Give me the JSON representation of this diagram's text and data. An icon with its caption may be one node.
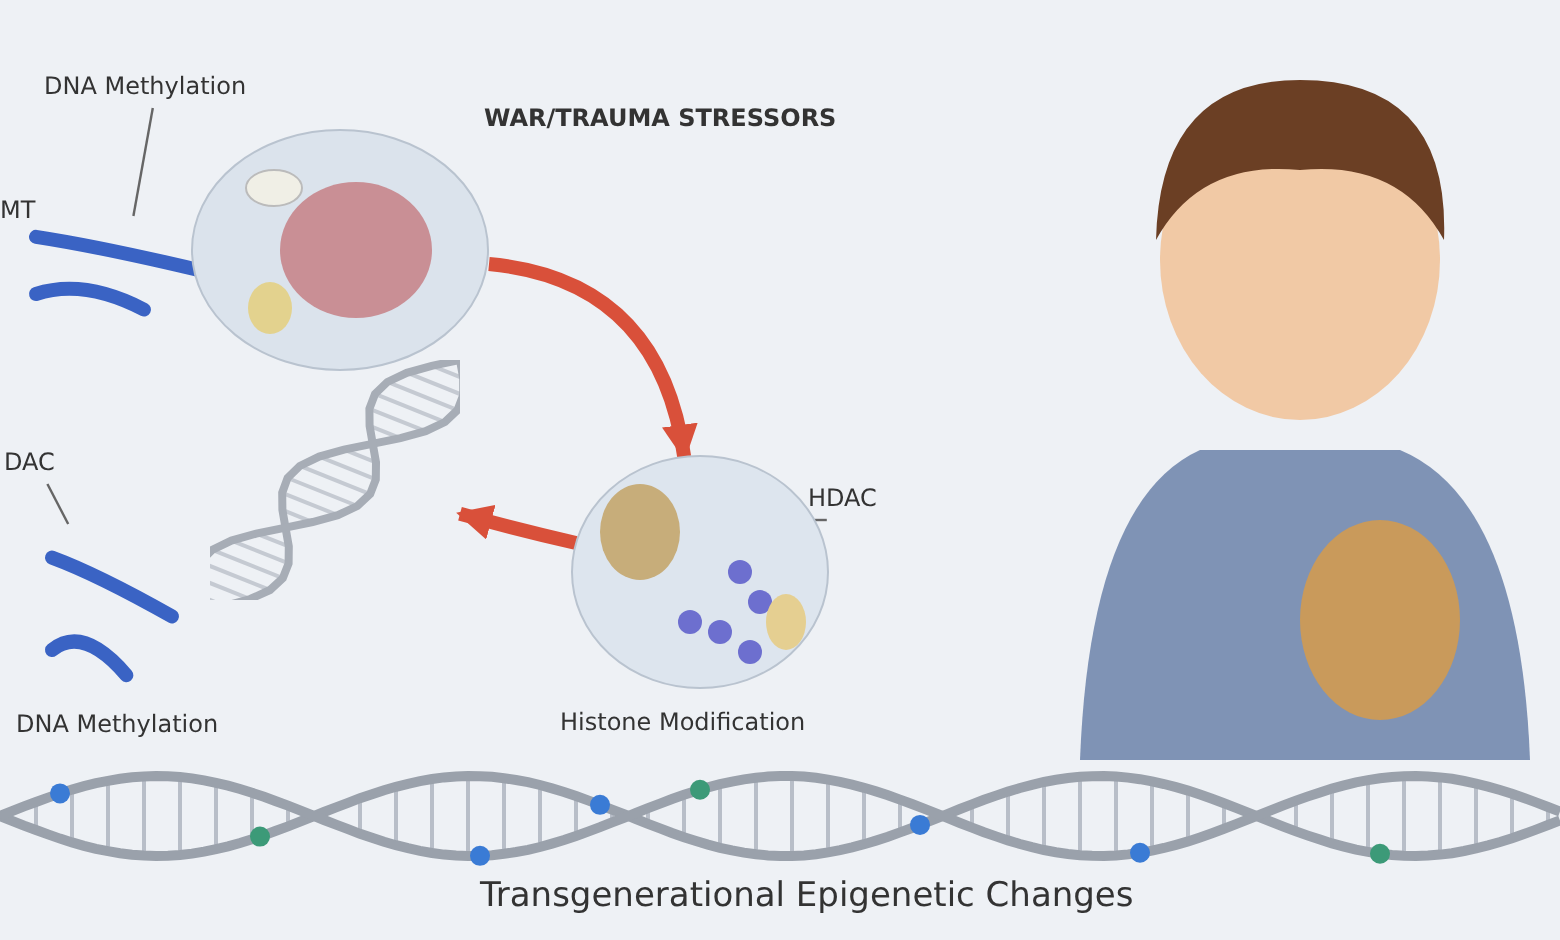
{
  "diagram": {
    "nodes": [
      {
        "text": [
          "DNA Methylation"
        ]
      },
      {
        "text": [],
        "shape": "picture"
      },
      {
        "text": [],
        "shape": "circle"
      },
      {
        "text": [],
        "shape": "picture"
      },
      {
        "text": [
          "DAC"
        ]
      },
      {
        "text": [],
        "shape": "picture"
      },
      {
        "text": [
          "Histone Modification"
        ]
      },
      {
        "text": [
          "HDAC"
        ]
      }
    ],
    "edges": [
      {
        "from": 0,
        "to": 1,
        "arrow": "none"
      },
      {
        "from": 2,
        "to": 6,
        "arrow": "to",
        "style": "thick",
        "color": "#d9503a"
      },
      {
        "from": 6,
        "to": 3,
        "arrow": "to",
        "style": "thick",
        "color": "#d9503a"
      },
      {
        "from": 4,
        "to": 5,
        "arrow": "none"
      },
      {
        "from": 7,
        "to": 6,
        "arrow": "none"
      }
    ],
    "labels": [
      "MT",
      "WAR/TRAUMA STRESSORS",
      "DNA Methylation",
      "Transgenerational Epigenetic Changes"
    ]
  }
}
